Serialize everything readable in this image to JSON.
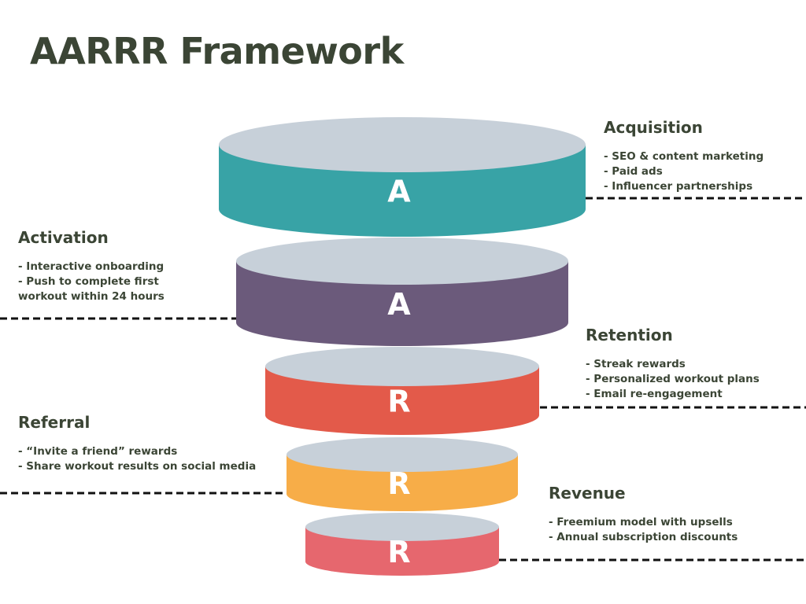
{
  "title": "AARRR Framework",
  "colors": {
    "title": "#3b4535",
    "disc_top": "#c7d0d9",
    "connector": "#111111"
  },
  "stages": [
    {
      "id": "acquisition",
      "letter": "A",
      "heading": "Acquisition",
      "color": "#38a3a6",
      "bullets": [
        "- SEO & content marketing",
        "- Paid ads",
        "- Influencer partnerships"
      ]
    },
    {
      "id": "activation",
      "letter": "A",
      "heading": "Activation",
      "color": "#6b5a7b",
      "bullets": [
        "- Interactive onboarding",
        "- Push to complete first workout within 24 hours"
      ]
    },
    {
      "id": "retention",
      "letter": "R",
      "heading": "Retention",
      "color": "#e35a4a",
      "bullets": [
        "- Streak rewards",
        "- Personalized workout plans",
        "- Email re-engagement"
      ]
    },
    {
      "id": "referral",
      "letter": "R",
      "heading": "Referral",
      "color": "#f7ad48",
      "bullets": [
        "- “Invite a friend” rewards",
        "- Share workout results on social media"
      ]
    },
    {
      "id": "revenue",
      "letter": "R",
      "heading": "Revenue",
      "color": "#e6676e",
      "bullets": [
        "- Freemium model with upsells",
        "- Annual subscription discounts"
      ]
    }
  ]
}
